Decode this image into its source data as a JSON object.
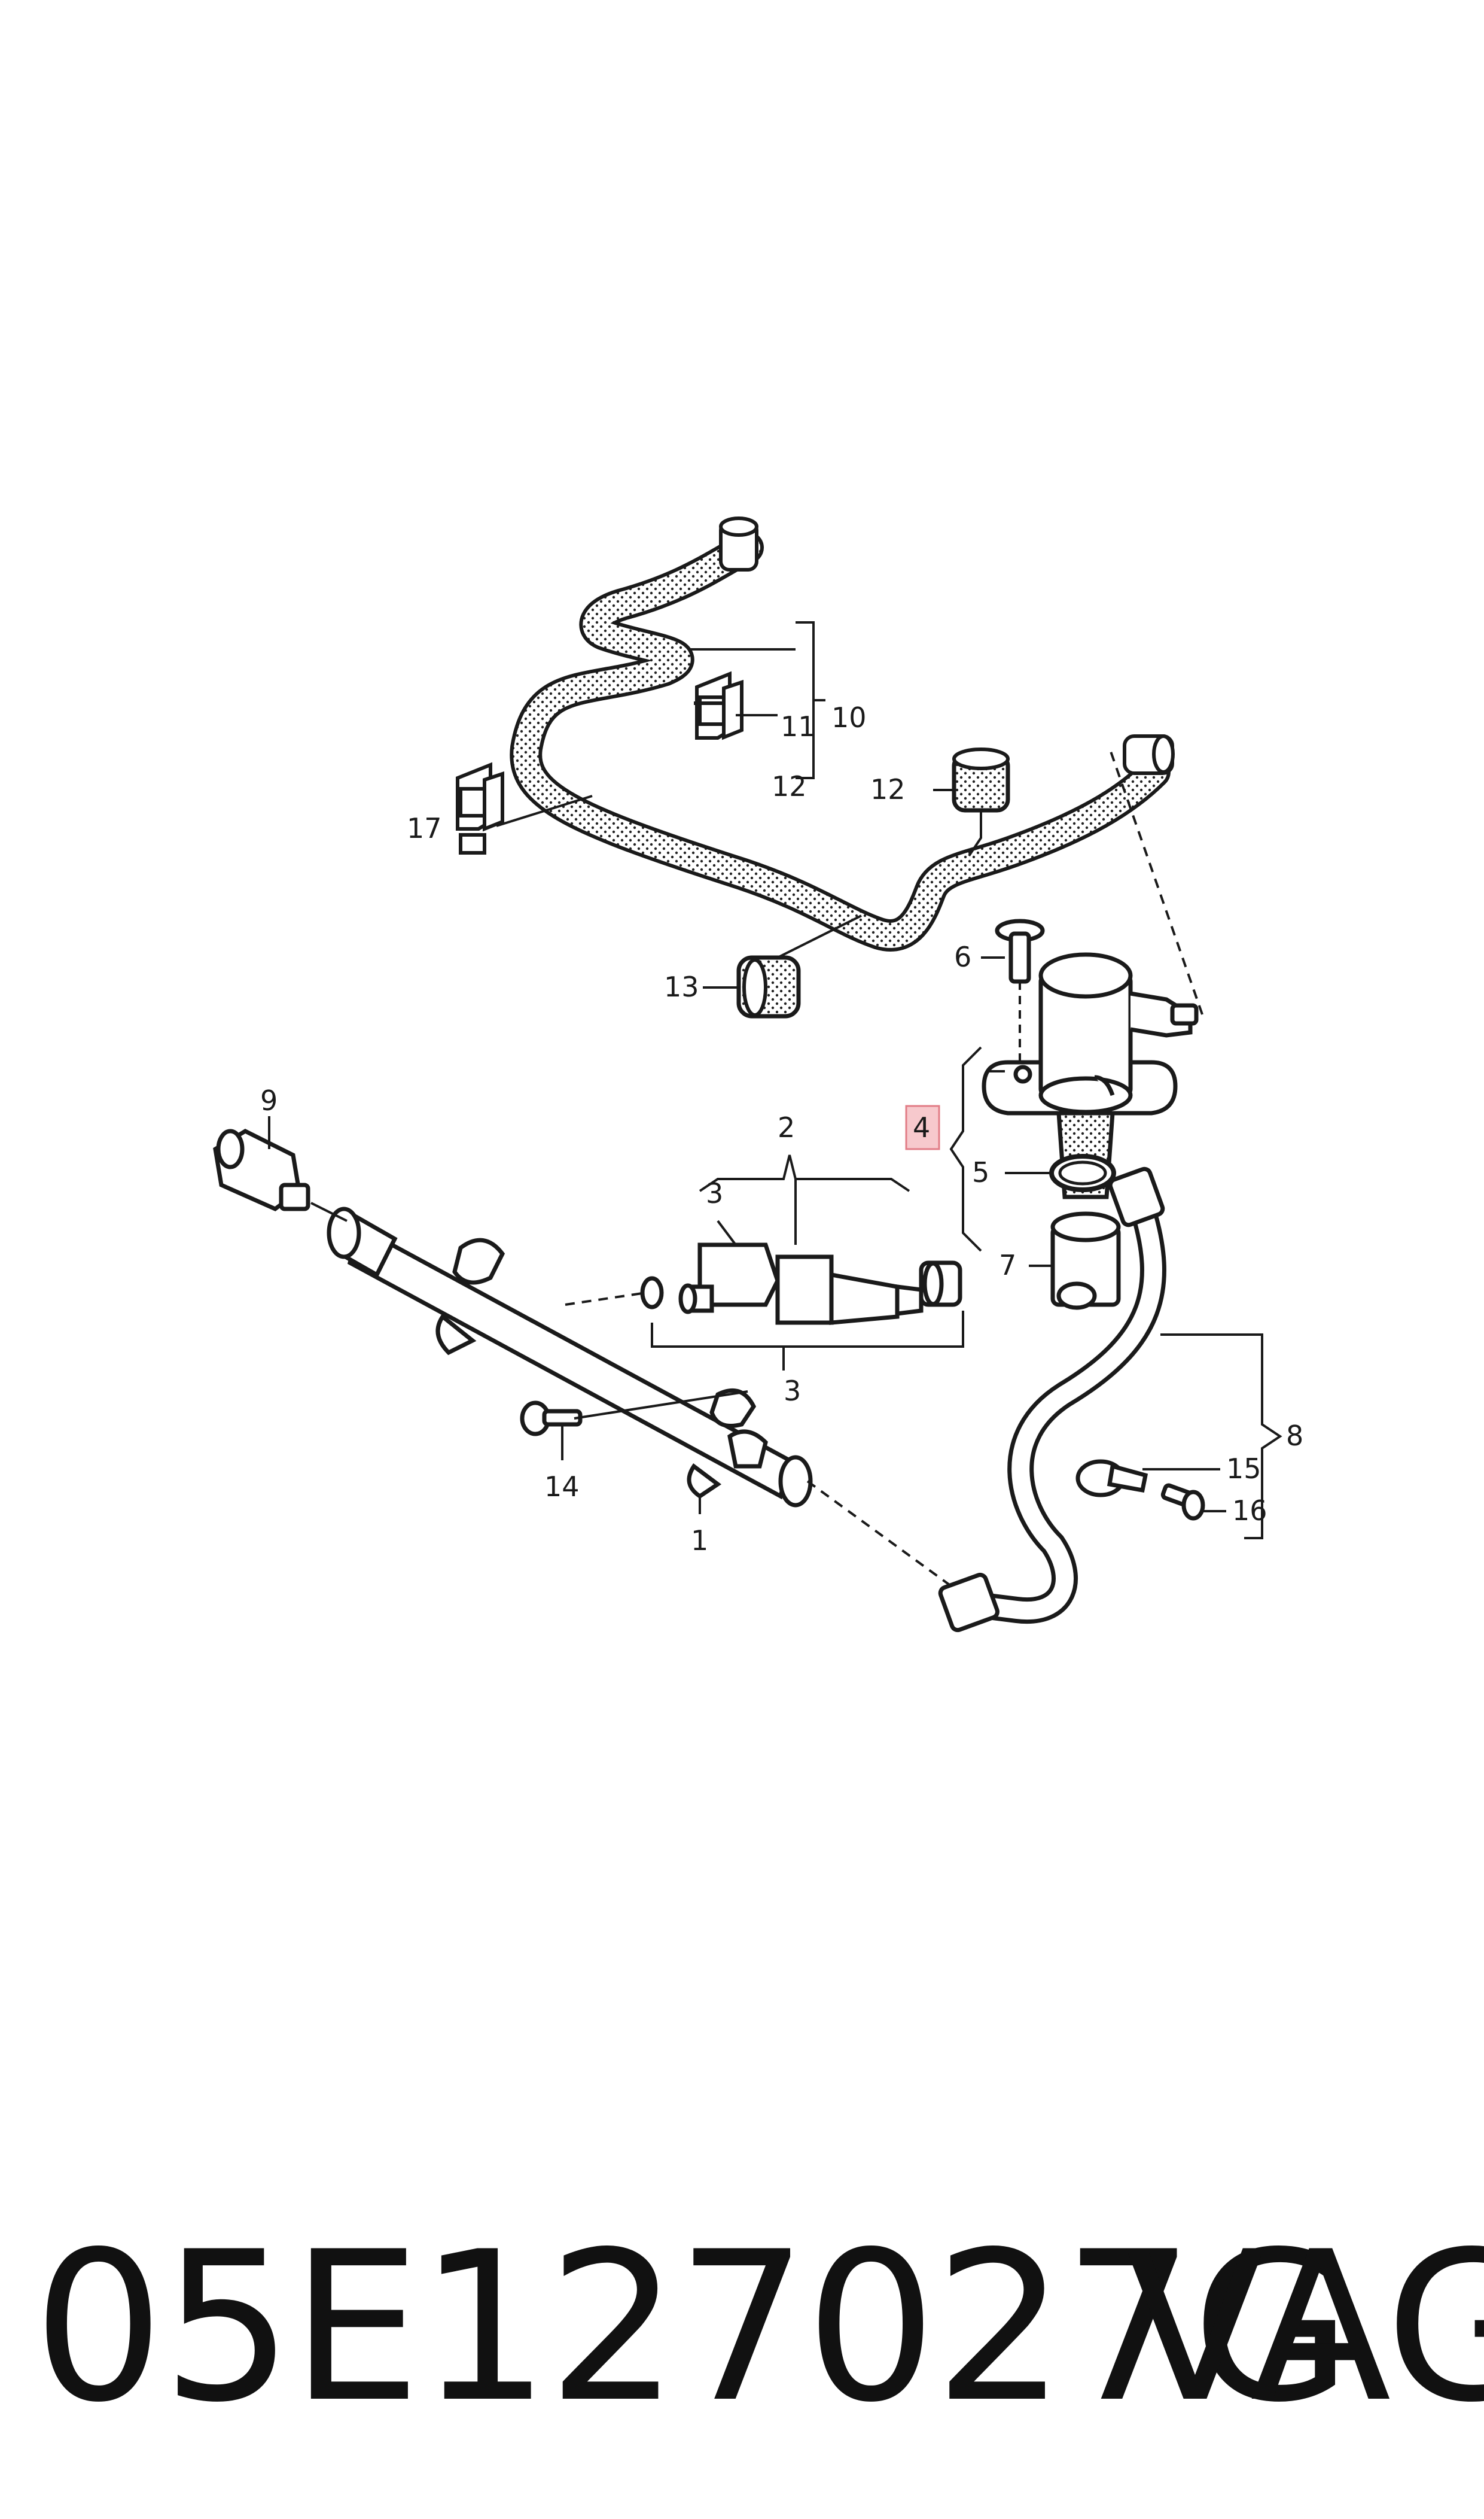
{
  "diagram": {
    "callouts": {
      "c1": "1",
      "c2": "2",
      "c3a": "3",
      "c3b": "3",
      "c4": "4",
      "c5": "5",
      "c6": "6",
      "c7": "7",
      "c8": "8",
      "c9": "9",
      "c10": "10",
      "c11": "11",
      "c12a": "12",
      "c12b": "12",
      "c13": "13",
      "c14": "14",
      "c15": "15",
      "c16": "16",
      "c17": "17"
    },
    "highlight_color": "#f7c9cd",
    "line_color": "#1a1a1a"
  },
  "caption": {
    "part_number": "05E127027G",
    "brand": "VAG"
  }
}
